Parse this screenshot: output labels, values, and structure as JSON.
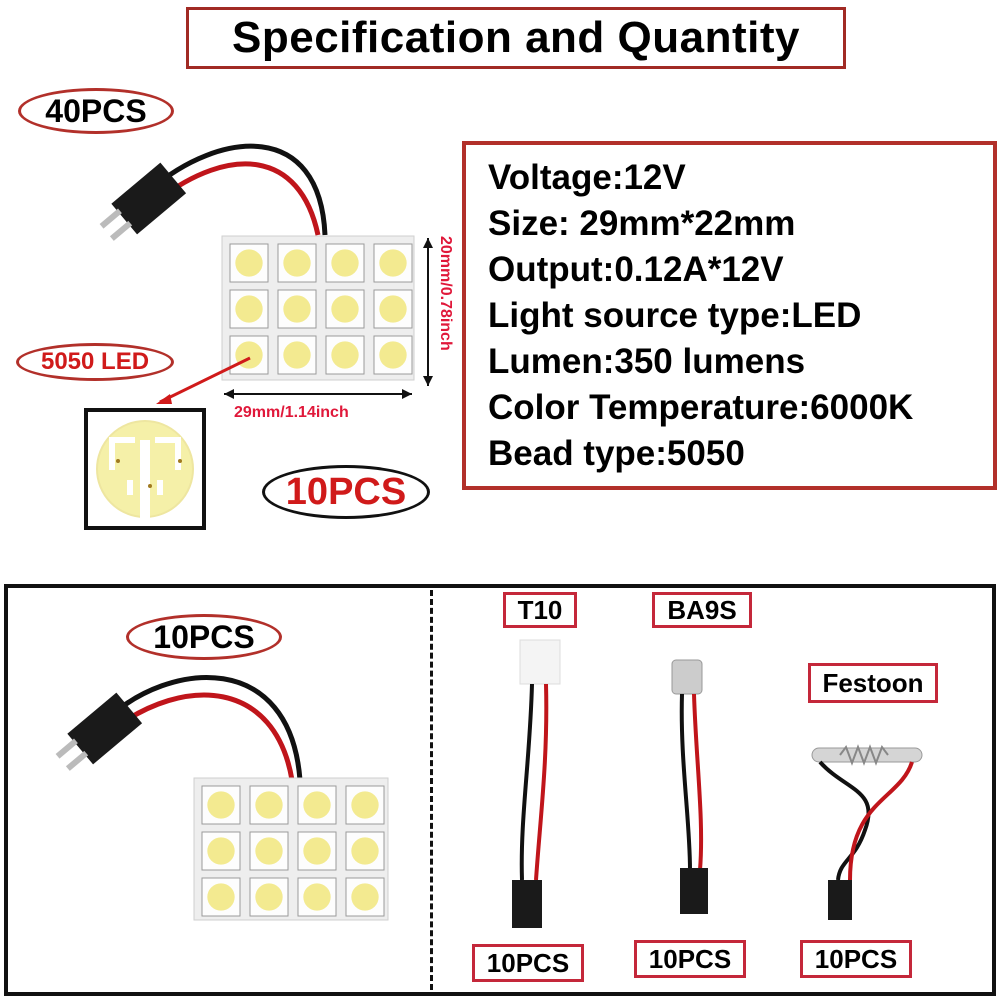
{
  "title": "Specification and Quantity",
  "top_left_qty": "40PCS",
  "led_type_label": "5050 LED",
  "width_dim": "29mm/1.14inch",
  "height_dim": "20mm/0.78inch",
  "panel_qty": "10PCS",
  "specs": [
    "Voltage:12V",
    "Size: 29mm*22mm",
    "Output:0.12A*12V",
    "Light source type:LED",
    "Lumen:350 lumens",
    "Color Temperature:6000K",
    "Bead type:5050"
  ],
  "bottom": {
    "panel_qty": "10PCS",
    "adapters": [
      {
        "name": "T10",
        "qty": "10PCS"
      },
      {
        "name": "BA9S",
        "qty": "10PCS"
      },
      {
        "name": "Festoon",
        "qty": "10PCS"
      }
    ]
  },
  "colors": {
    "accent_red": "#b2302a",
    "dim_red": "#e0183a",
    "frame": "#111111"
  }
}
